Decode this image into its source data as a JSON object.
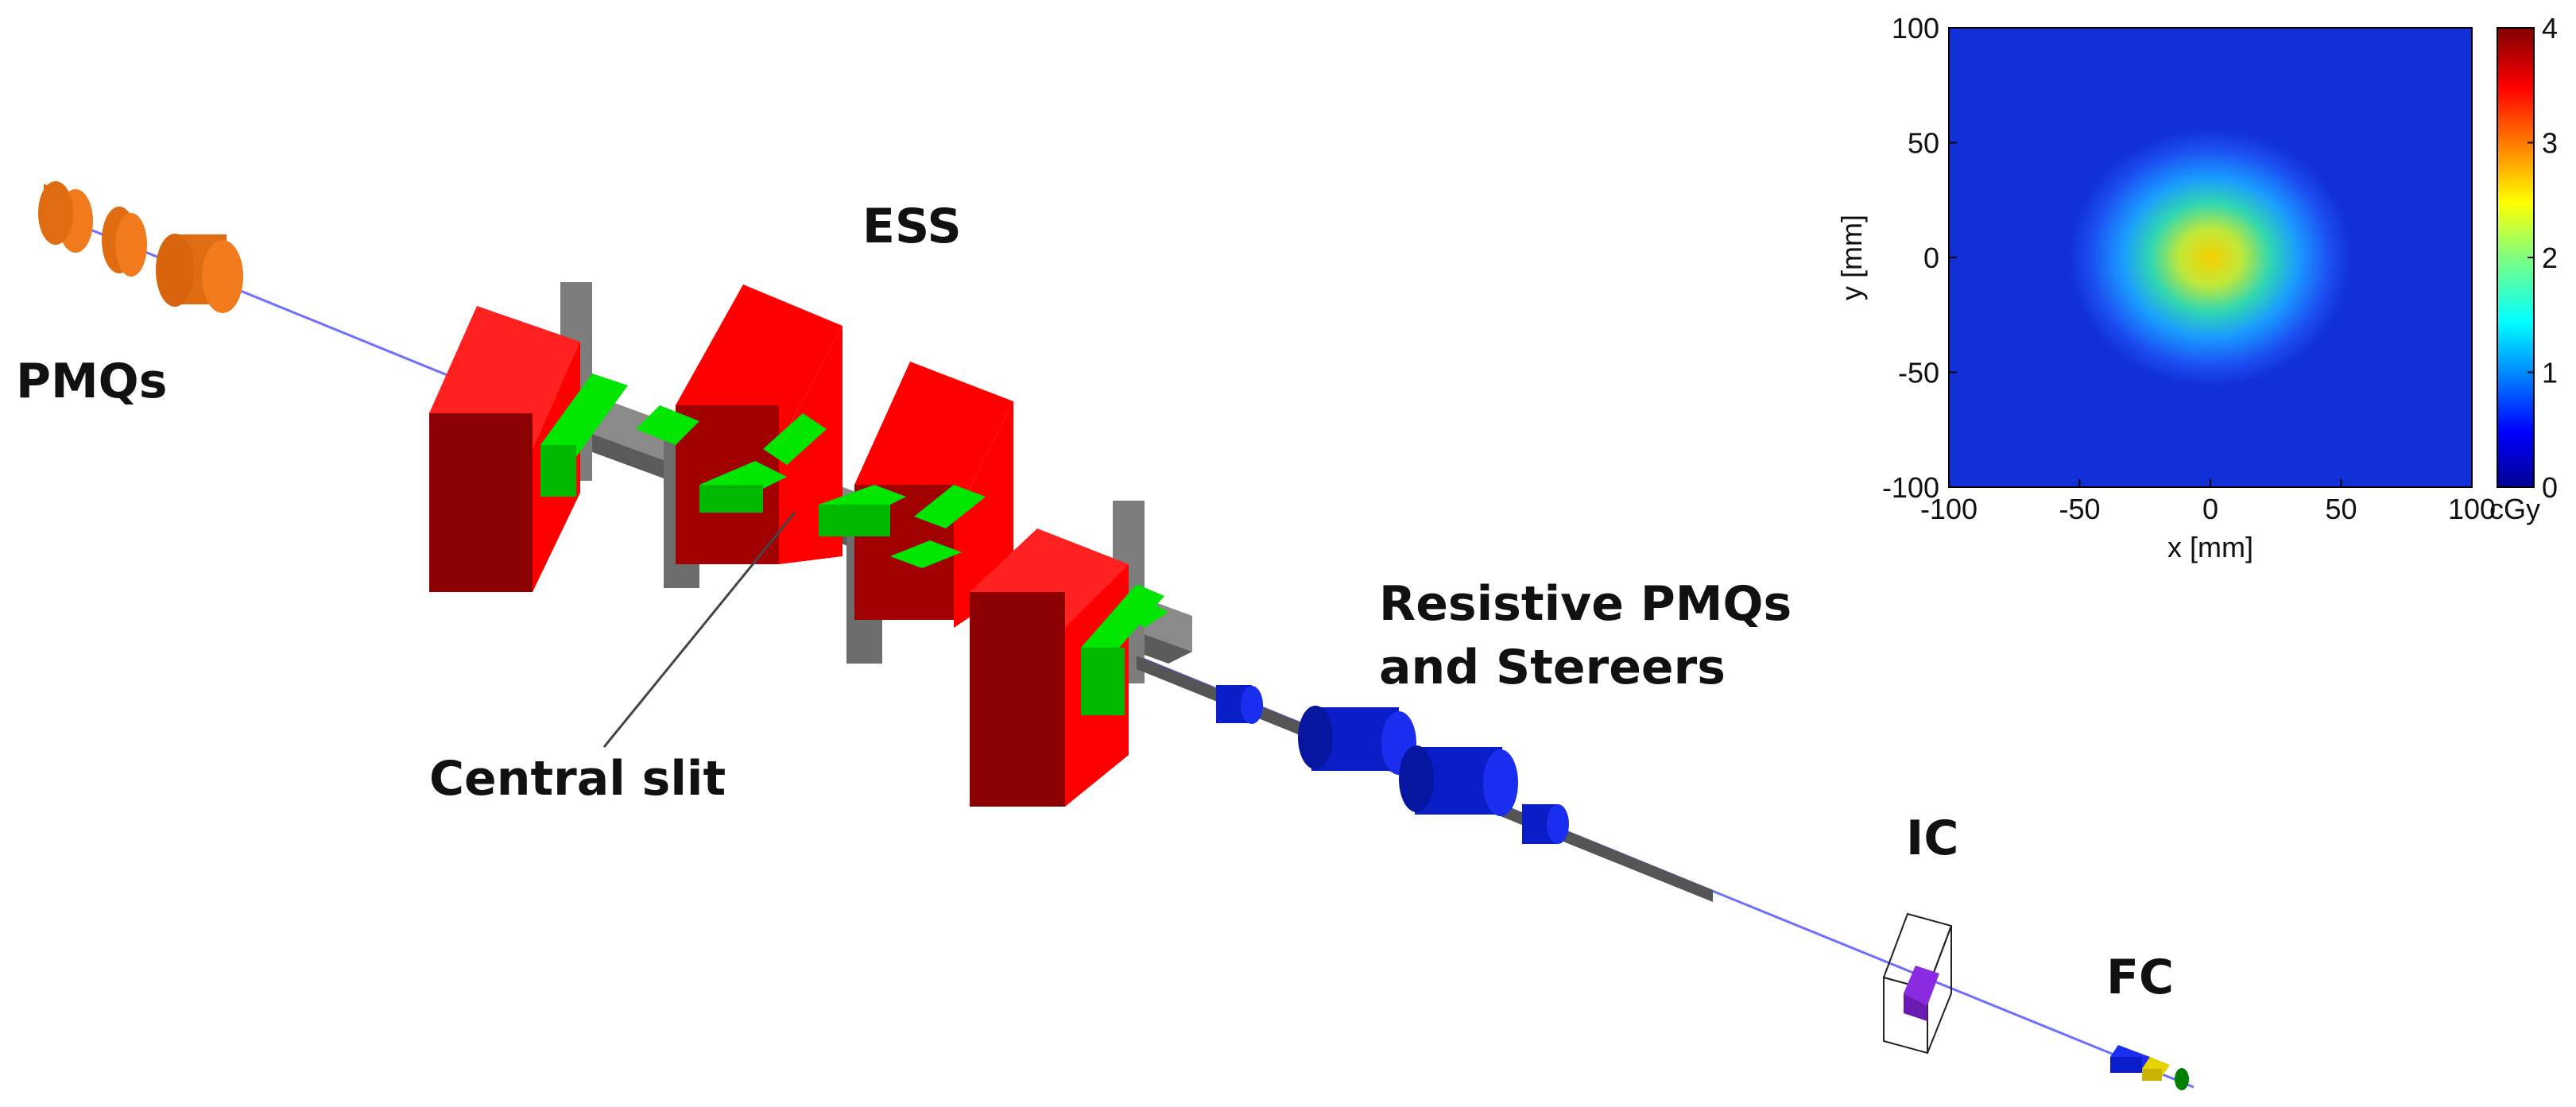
{
  "labels": {
    "pmqs": "PMQs",
    "ess": "ESS",
    "central_slit": "Central slit",
    "resistive_line1": "Resistive PMQs",
    "resistive_line2": "and Stereers",
    "ic": "IC",
    "fc": "FC"
  },
  "colors": {
    "pmq_orange": "#f07a1c",
    "ess_red": "#ff0000",
    "ess_red_dark": "#8b0000",
    "ess_green": "#00e600",
    "slit_gray": "#808080",
    "resistive_blue": "#0a1ef0",
    "beam_line": "#6f6fff",
    "ic_violet": "#8a2be2",
    "fc_yellow": "#e6d200"
  },
  "icons": [
    "pmq-cylinder",
    "dipole-magnet",
    "collimator-slit",
    "quadrupole-cylinder",
    "ionization-chamber",
    "faraday-cup"
  ],
  "chart_data": {
    "type": "heatmap",
    "x_ticks": [
      "-100",
      "-50",
      "0",
      "50",
      "100"
    ],
    "y_ticks": [
      "100",
      "50",
      "0",
      "-50",
      "-100"
    ],
    "xlabel": "x [mm]",
    "ylabel": "y [mm]",
    "xlim": [
      -100,
      100
    ],
    "ylim": [
      -100,
      100
    ],
    "colorbar_ticks": [
      "4",
      "3",
      "2",
      "1",
      "0"
    ],
    "colorbar_range": [
      0,
      4
    ],
    "colorbar_unit": "cGy",
    "colormap": "jet",
    "dose_peak": {
      "x": 0,
      "y": 0,
      "value": 2.6
    },
    "background_dose": 0.3
  }
}
